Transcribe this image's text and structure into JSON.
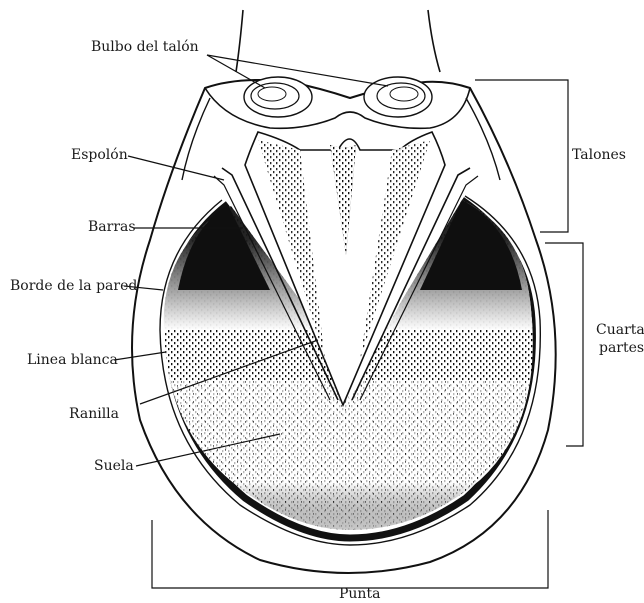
{
  "labels": {
    "bulbo": "Bulbo del talón",
    "espolon": "Espolón",
    "barras": "Barras",
    "borde": "Borde de la pared",
    "linea": "Linea blanca",
    "ranilla": "Ranilla",
    "suela": "Suela",
    "talones": "Talones",
    "cuartas_line1": "Cuartas",
    "cuartas_line2": "partes",
    "punta": "Punta"
  },
  "colors": {
    "ink": "#111111",
    "background": "#ffffff"
  }
}
